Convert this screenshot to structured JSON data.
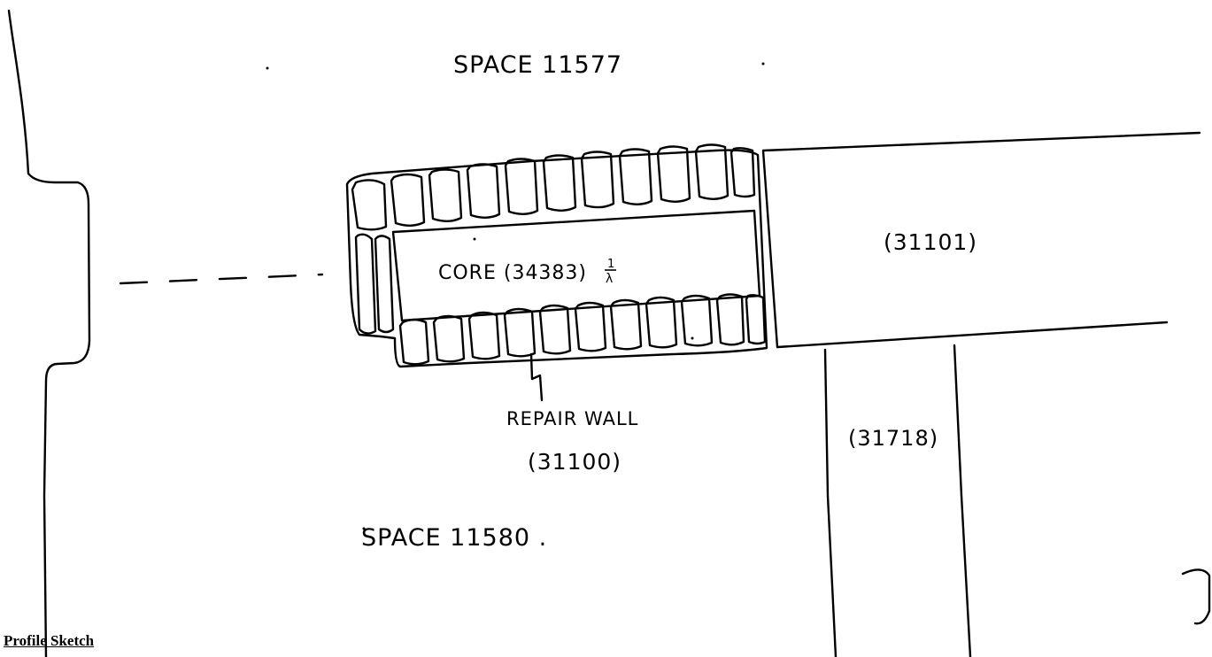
{
  "labels": {
    "space_top": "SPACE 11577",
    "space_bottom": "SPACE 11580 .",
    "core": "CORE (34383)",
    "core_fraction_num": "1",
    "core_fraction_den": "λ",
    "right_room": "(31101)",
    "lower_right_room": "(31718)",
    "repair_wall_line1": "REPAIR WALL",
    "repair_wall_line2": "(31100)"
  },
  "caption": "Profile Sketch",
  "colors": {
    "ink": "#000000",
    "paper": "#ffffff"
  }
}
